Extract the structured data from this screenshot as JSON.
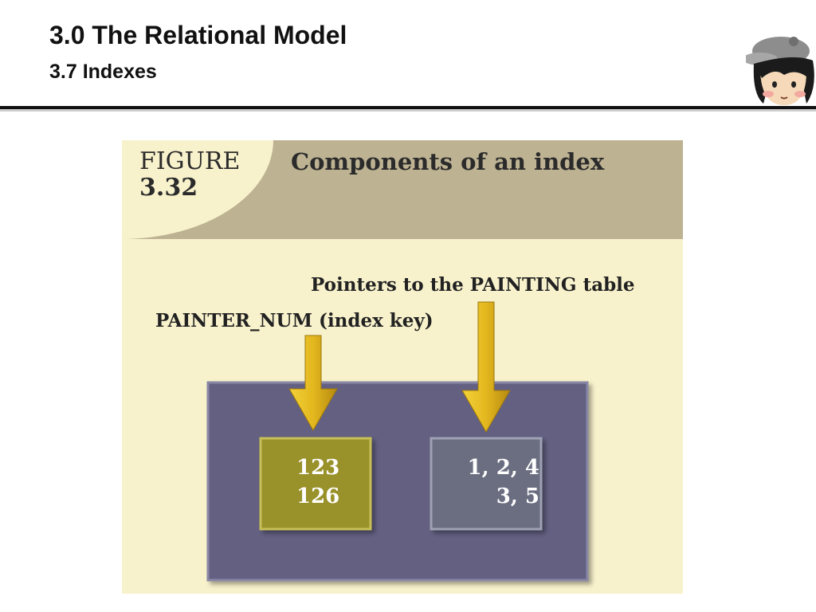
{
  "slide": {
    "title": "3.0 The Relational Model",
    "subtitle": "3.7 Indexes"
  },
  "figure": {
    "label_line1": "FIGURE",
    "label_line2": "3.32",
    "caption": "Components of an index",
    "pointer_label": "Pointers to the PAINTING table",
    "key_label": "PAINTER_NUM (index key)",
    "key_values": [
      "123",
      "126"
    ],
    "pointer_values": [
      "1, 2, 4",
      "3, 5"
    ]
  },
  "colors": {
    "panel_bg": "#f8f2cc",
    "header_bg": "#bdb292",
    "index_box": "#646082",
    "key_cell": "#99912a",
    "pointer_cell": "#6a6e80",
    "arrow": "#e3b71e"
  },
  "icons": {
    "mascot": "cartoon-face-with-cap-icon",
    "arrow": "down-arrow-icon"
  }
}
